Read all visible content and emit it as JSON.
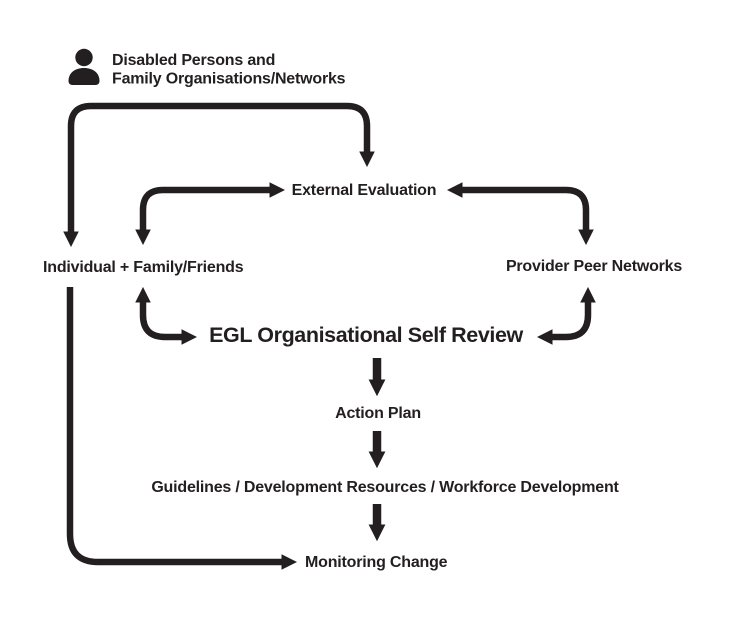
{
  "colors": {
    "ink": "#231f20",
    "background": "#ffffff"
  },
  "nodes": {
    "dpo": {
      "line1": "Disabled Persons and",
      "line2": "Family Organisations/Networks",
      "icon": "person-icon"
    },
    "external_evaluation": {
      "label": "External Evaluation"
    },
    "individual": {
      "label": "Individual + Family/Friends"
    },
    "provider": {
      "label": "Provider Peer Networks"
    },
    "egl": {
      "label": "EGL Organisational Self Review"
    },
    "action_plan": {
      "label": "Action Plan"
    },
    "guidelines": {
      "label": "Guidelines / Development Resources / Workforce Development"
    },
    "monitoring": {
      "label": "Monitoring Change"
    }
  },
  "edges": [
    {
      "from": "disabled-persons-family-organisations",
      "to": "external-evaluation",
      "type": "one-way"
    },
    {
      "from": "disabled-persons-family-organisations",
      "to": "individual-family-friends",
      "type": "one-way"
    },
    {
      "from": "individual-family-friends",
      "to": "external-evaluation",
      "type": "two-way"
    },
    {
      "from": "external-evaluation",
      "to": "provider-peer-networks",
      "type": "two-way"
    },
    {
      "from": "individual-family-friends",
      "to": "egl-organisational-self-review",
      "type": "two-way"
    },
    {
      "from": "provider-peer-networks",
      "to": "egl-organisational-self-review",
      "type": "two-way"
    },
    {
      "from": "egl-organisational-self-review",
      "to": "action-plan",
      "type": "one-way"
    },
    {
      "from": "action-plan",
      "to": "guidelines-development-resources-workforce-development",
      "type": "one-way"
    },
    {
      "from": "guidelines-development-resources-workforce-development",
      "to": "monitoring-change",
      "type": "one-way"
    },
    {
      "from": "individual-family-friends",
      "to": "monitoring-change",
      "type": "one-way"
    }
  ]
}
